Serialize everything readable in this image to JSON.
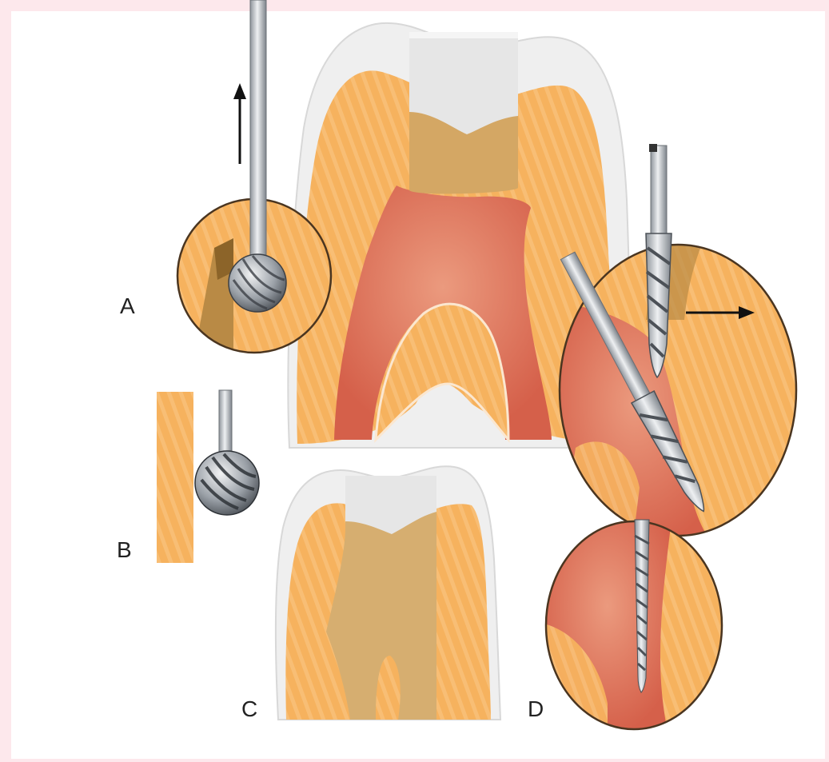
{
  "panel_labels": {
    "a": "A",
    "b": "B",
    "c": "C",
    "d": "D"
  },
  "colors": {
    "page_border": "#fde8ec",
    "panel_background": "#ffffff",
    "dentin": "#f6b25e",
    "dentin_light": "#f9c888",
    "enamel": "#ececec",
    "pulp": "#dd6f55",
    "pulp_light": "#eb9a7e",
    "access_cavity": "#d4a764",
    "steel": "#b6bbc1",
    "arrow": "#111111"
  },
  "icons": {
    "round_bur": "round-bur-icon",
    "tapered_fissure_bur": "tapered-fissure-bur-icon",
    "endo_file": "endodontic-file-icon",
    "direction_arrow": "arrow-icon"
  }
}
